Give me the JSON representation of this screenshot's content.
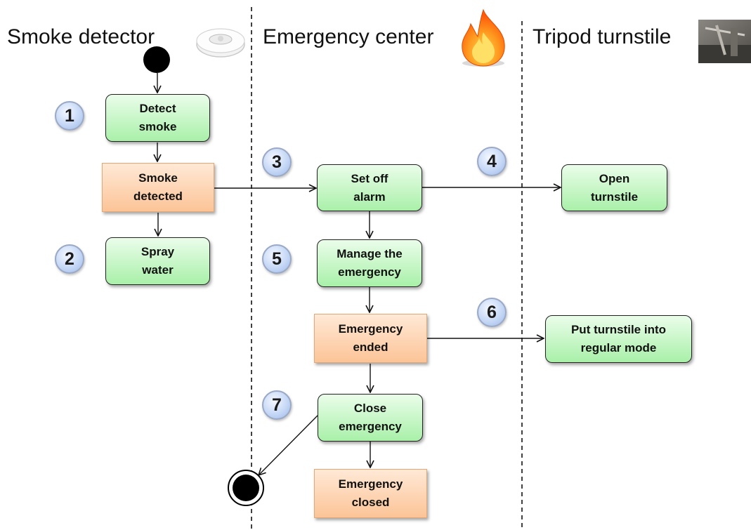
{
  "lanes": [
    {
      "name": "Smoke detector",
      "icon": "smoke-detector-icon"
    },
    {
      "name": "Emergency center",
      "icon": "fire-icon"
    },
    {
      "name": "Tripod turnstile",
      "icon": "turnstile-photo-icon"
    }
  ],
  "nodes": {
    "detect_smoke": "Detect\nsmoke",
    "smoke_detected": "Smoke\ndetected",
    "spray_water": "Spray\nwater",
    "set_off_alarm": "Set off\nalarm",
    "manage_emergency": "Manage the\nemergency",
    "emergency_ended": "Emergency\nended",
    "close_emergency": "Close\nemergency",
    "emergency_closed": "Emergency\nclosed",
    "open_turnstile": "Open\nturnstile",
    "regular_mode": "Put turnstile into\nregular mode"
  },
  "steps": [
    "1",
    "2",
    "3",
    "4",
    "5",
    "6",
    "7"
  ],
  "colors": {
    "action_fill_top": "#ebfdea",
    "action_fill_bottom": "#a9f0a9",
    "object_fill_top": "#ffe9d6",
    "object_fill_bottom": "#fcc497",
    "object_border": "#e4a876",
    "badge_fill": "#c6d8f6"
  }
}
